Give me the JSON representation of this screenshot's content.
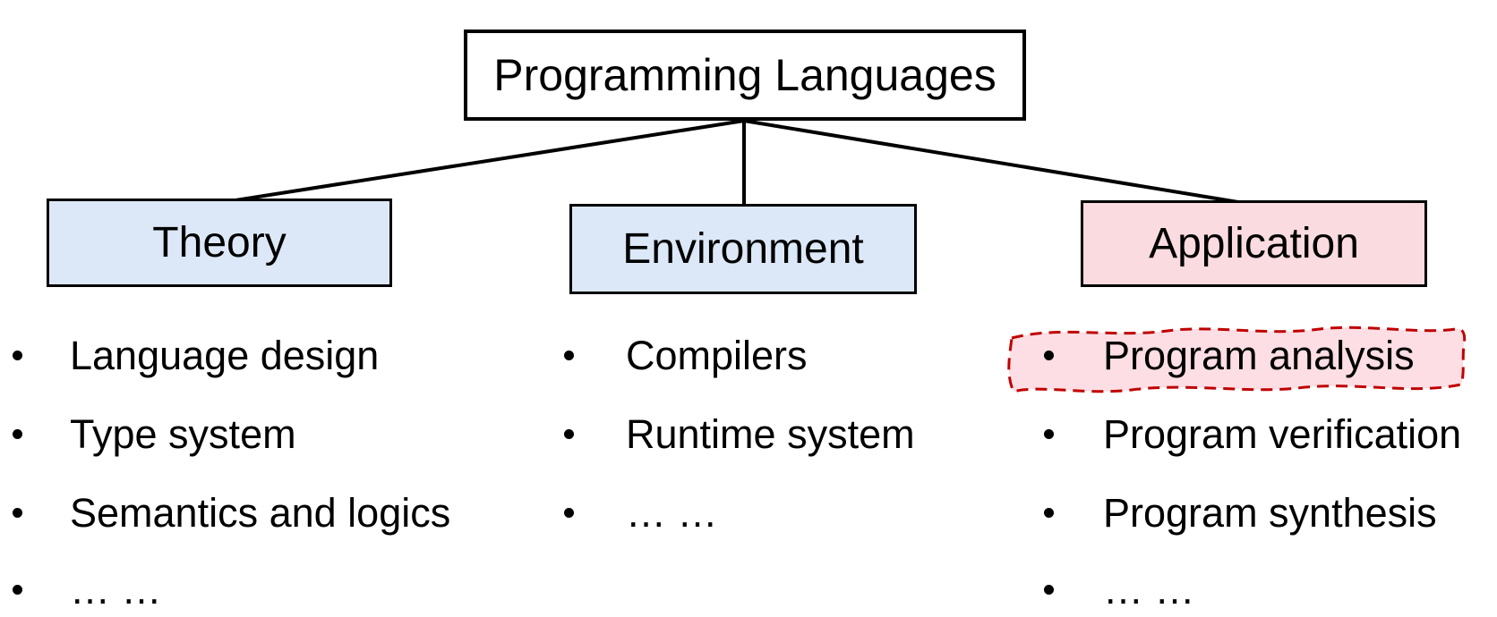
{
  "diagram": {
    "root": {
      "label": "Programming Languages"
    },
    "branches": [
      {
        "label": "Theory",
        "fill": "#dce8f7",
        "items": [
          "Language design",
          "Type system",
          "Semantics and logics",
          "… …"
        ]
      },
      {
        "label": "Environment",
        "fill": "#dce8f7",
        "items": [
          "Compilers",
          "Runtime system",
          "… …"
        ]
      },
      {
        "label": "Application",
        "fill": "#f9dbe0",
        "items": [
          "Program analysis",
          "Program verification",
          "Program synthesis",
          "… …"
        ],
        "highlighted_item": "Program analysis"
      }
    ],
    "highlight": {
      "item": "Program analysis",
      "style": "hand-drawn wavy dashed outline",
      "stroke": "#c00000",
      "fill": "#fcdee4"
    },
    "colors": {
      "background": "#ffffff",
      "line": "#000000",
      "box_border": "#000000",
      "blue_fill": "#dce8f7",
      "pink_fill": "#f9dbe0",
      "highlight_stroke": "#c00000"
    }
  }
}
